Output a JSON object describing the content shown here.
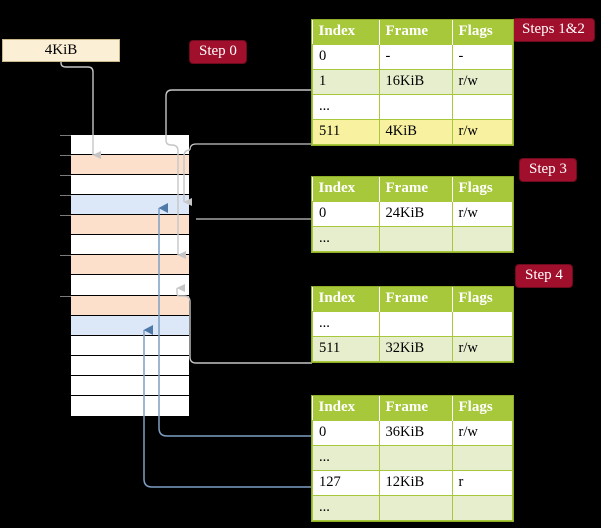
{
  "diagram": {
    "title_blocks": {
      "step0": "Step 0",
      "steps12": "Steps 1&2",
      "step3": "Step 3",
      "step4": "Step 4"
    },
    "memory_block_label": "4KiB"
  },
  "memory_column": {
    "rows": [
      {
        "fill": "white"
      },
      {
        "fill": "peach"
      },
      {
        "fill": "white"
      },
      {
        "fill": "blue"
      },
      {
        "fill": "peach"
      },
      {
        "fill": "white"
      },
      {
        "fill": "peach"
      },
      {
        "fill": "white"
      },
      {
        "fill": "peach"
      },
      {
        "fill": "blue"
      },
      {
        "fill": "white"
      },
      {
        "fill": "white"
      },
      {
        "fill": "white"
      },
      {
        "fill": "white"
      }
    ]
  },
  "tables": [
    {
      "name": "level0-table",
      "headers": [
        "Index",
        "Frame",
        "Flags"
      ],
      "rows": [
        {
          "cells": [
            "0",
            "-",
            "-"
          ],
          "style": "plain"
        },
        {
          "cells": [
            "1",
            "16KiB",
            "r/w"
          ],
          "style": "alt"
        },
        {
          "cells": [
            "...",
            "",
            ""
          ],
          "style": "plain"
        },
        {
          "cells": [
            "511",
            "4KiB",
            "r/w"
          ],
          "style": "hl"
        }
      ]
    },
    {
      "name": "level1-table",
      "headers": [
        "Index",
        "Frame",
        "Flags"
      ],
      "rows": [
        {
          "cells": [
            "0",
            "24KiB",
            "r/w"
          ],
          "style": "plain"
        },
        {
          "cells": [
            "...",
            "",
            ""
          ],
          "style": "alt"
        }
      ]
    },
    {
      "name": "level2-table",
      "headers": [
        "Index",
        "Frame",
        "Flags"
      ],
      "rows": [
        {
          "cells": [
            "...",
            "",
            ""
          ],
          "style": "plain"
        },
        {
          "cells": [
            "511",
            "32KiB",
            "r/w"
          ],
          "style": "alt"
        }
      ]
    },
    {
      "name": "level3-table",
      "headers": [
        "Index",
        "Frame",
        "Flags"
      ],
      "rows": [
        {
          "cells": [
            "0",
            "36KiB",
            "r/w"
          ],
          "style": "plain"
        },
        {
          "cells": [
            "...",
            "",
            ""
          ],
          "style": "alt"
        },
        {
          "cells": [
            "127",
            "12KiB",
            "r"
          ],
          "style": "plain"
        },
        {
          "cells": [
            "...",
            "",
            ""
          ],
          "style": "alt"
        }
      ]
    }
  ],
  "colors": {
    "badge_bg": "#A00F2B",
    "table_header": "#A8C83C",
    "table_alt_row": "#E7EECD",
    "table_highlight_row": "#F7F1A0",
    "memory_peach": "#FCE0CB",
    "memory_blue": "#DCE8F7",
    "memory_block": "#FBEFD5",
    "wire_gray": "#B8B8B8",
    "wire_blue": "#7D9FC4",
    "background": "#000000"
  }
}
